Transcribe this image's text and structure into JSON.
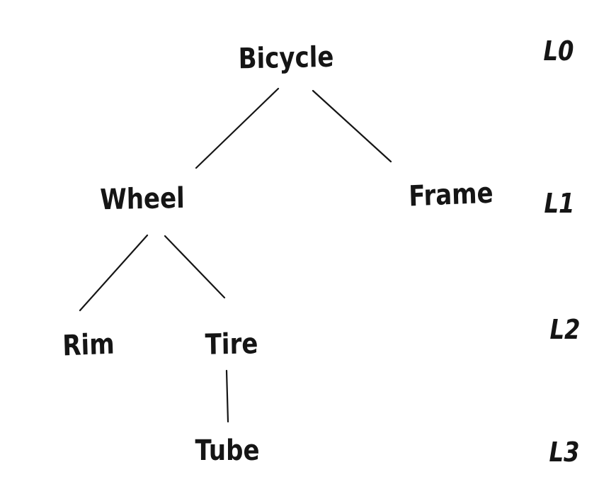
{
  "diagram": {
    "kind": "tree",
    "style": "hand-drawn",
    "ink_color": "#151515",
    "background_color": "#ffffff",
    "nodes": [
      {
        "id": "bicycle",
        "label": "Bicycle",
        "level": "L0",
        "parent": null
      },
      {
        "id": "wheel",
        "label": "Wheel",
        "level": "L1",
        "parent": "bicycle"
      },
      {
        "id": "frame",
        "label": "Frame",
        "level": "L1",
        "parent": "bicycle"
      },
      {
        "id": "rim",
        "label": "Rim",
        "level": "L2",
        "parent": "wheel"
      },
      {
        "id": "tire",
        "label": "Tire",
        "level": "L2",
        "parent": "wheel"
      },
      {
        "id": "tube",
        "label": "Tube",
        "level": "L3",
        "parent": "tire"
      }
    ],
    "edges": [
      {
        "from": "bicycle",
        "to": "wheel"
      },
      {
        "from": "bicycle",
        "to": "frame"
      },
      {
        "from": "wheel",
        "to": "rim"
      },
      {
        "from": "wheel",
        "to": "tire"
      },
      {
        "from": "tire",
        "to": "tube"
      }
    ],
    "level_labels": [
      {
        "id": "L0",
        "label": "L0"
      },
      {
        "id": "L1",
        "label": "L1"
      },
      {
        "id": "L2",
        "label": "L2"
      },
      {
        "id": "L3",
        "label": "L3"
      }
    ]
  }
}
